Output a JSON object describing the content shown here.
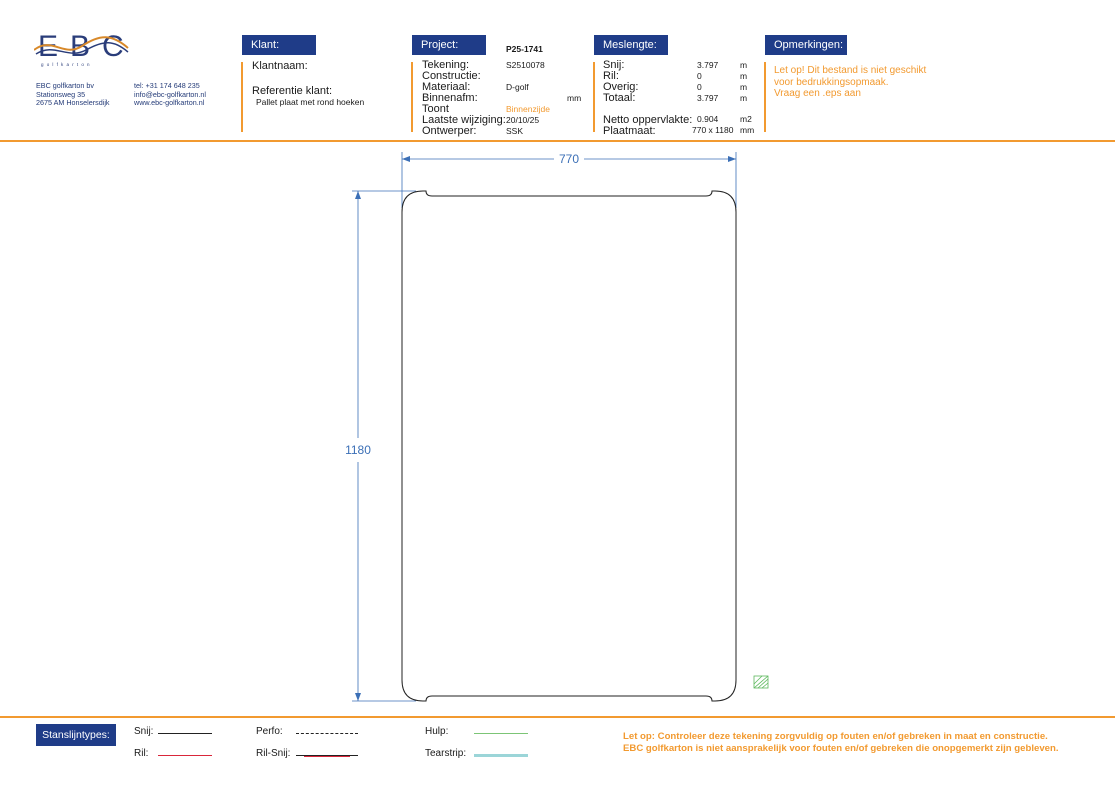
{
  "logo": {
    "letters": "EBC",
    "subtitle": "golfkarton"
  },
  "company": {
    "address": [
      "EBC golfkarton bv",
      "Stationsweg 35",
      "2675 AM Honselersdijk"
    ],
    "contact": [
      "tel: +31 174 648 235",
      "info@ebc-golfkarton.nl",
      "www.ebc-golfkarton.nl"
    ]
  },
  "klant": {
    "title": "Klant:",
    "name_label": "Klantnaam:",
    "name_value": "",
    "ref_label": "Referentie klant:",
    "ref_value": "Pallet plaat met rond hoeken"
  },
  "project": {
    "title": "Project:",
    "number": "P25-1741",
    "rows": [
      {
        "label": "Tekening:",
        "value": "S2510078",
        "unit": ""
      },
      {
        "label": "Constructie:",
        "value": "",
        "unit": ""
      },
      {
        "label": "Materiaal:",
        "value": "D-golf",
        "unit": ""
      },
      {
        "label": "Binnenafm:",
        "value": "",
        "unit": "mm"
      },
      {
        "label": "Toont",
        "value": "Binnenzijde",
        "unit": ""
      },
      {
        "label": "Laatste wijziging:",
        "value": "20/10/25",
        "unit": ""
      },
      {
        "label": "Ontwerper:",
        "value": "SSK",
        "unit": ""
      }
    ]
  },
  "meslengte": {
    "title": "Meslengte:",
    "rows": [
      {
        "label": "Snij:",
        "value": "3.797",
        "unit": "m"
      },
      {
        "label": "Ril:",
        "value": "0",
        "unit": "m"
      },
      {
        "label": "Overig:",
        "value": "0",
        "unit": "m"
      },
      {
        "label": "Totaal:",
        "value": "3.797",
        "unit": "m"
      }
    ],
    "netto_label": "Netto oppervlakte:",
    "netto_value": "0.904",
    "netto_unit": "m2",
    "plaat_label": "Plaatmaat:",
    "plaat_value": "770 x 1180",
    "plaat_unit": "mm"
  },
  "opmerkingen": {
    "title": "Opmerkingen:",
    "lines": [
      "Let op! Dit bestand is niet geschikt",
      "voor bedrukkingsopmaak.",
      "Vraag een .eps aan"
    ]
  },
  "drawing": {
    "width_label": "770",
    "height_label": "1180",
    "width_mm": 770,
    "height_mm": 1180,
    "colors": {
      "dimension": "#3b6fb6",
      "outline": "#222222",
      "mark": "#5cb85c"
    }
  },
  "footer": {
    "title": "Stanslijntypes:",
    "legend": {
      "snij": "Snij:",
      "ril": "Ril:",
      "perfo": "Perfo:",
      "ril_snij": "Ril-Snij:",
      "hulp": "Hulp:",
      "tearstrip": "Tearstrip:"
    },
    "colors": {
      "snij": "#222222",
      "ril": "#d9263a",
      "perfo": "#222222",
      "hulp": "#7cc576",
      "tearstrip": "#9bd5d8"
    },
    "disclaimer": [
      "Let op: Controleer deze tekening zorgvuldig op fouten en/of gebreken in maat en constructie.",
      "EBC golfkarton is niet aansprakelijk voor fouten en/of gebreken die onopgemerkt zijn gebleven."
    ]
  }
}
